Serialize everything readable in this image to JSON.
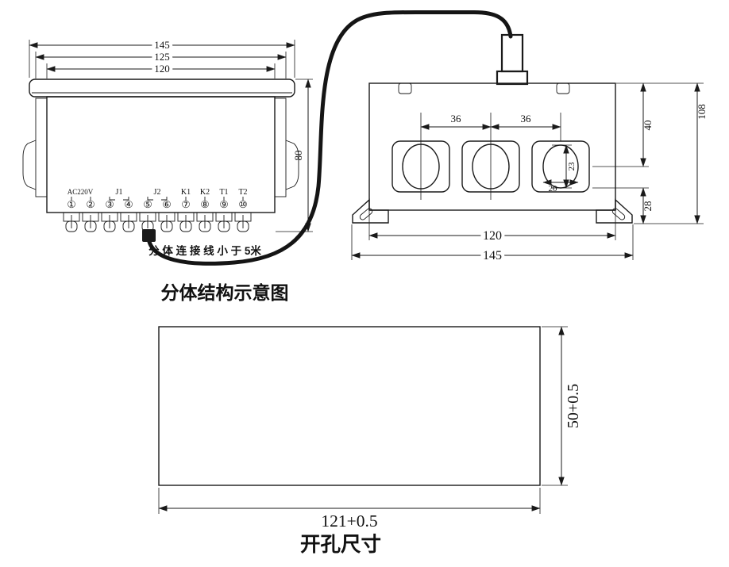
{
  "titles": {
    "assembly": "分体结构示意图",
    "cutout": "开孔尺寸"
  },
  "left_unit": {
    "dim_width_outer": "145",
    "dim_width_mid": "125",
    "dim_width_inner": "120",
    "dim_height": "80",
    "terminal_labels": {
      "power": "AC220V",
      "j1": "J1",
      "j2": "J2",
      "k1": "K1",
      "k2": "K2",
      "t1": "T1",
      "t2": "T2"
    },
    "terminals": [
      "①",
      "②",
      "③",
      "④",
      "⑤",
      "⑥",
      "⑦",
      "⑧",
      "⑨",
      "⑩"
    ],
    "cable_note": "分 体 连 接 线 小 于 5米"
  },
  "right_unit": {
    "dim_hole_spacing_left": "36",
    "dim_hole_spacing_right": "36",
    "dim_top_to_center": "40",
    "dim_total_height": "108",
    "dim_hole_height": "23",
    "dim_hole_width": "20",
    "dim_bottom": "28",
    "dim_body_width": "120",
    "dim_flange_width": "145"
  },
  "cutout": {
    "dim_width": "121+0.5",
    "dim_height": "50+0.5"
  }
}
